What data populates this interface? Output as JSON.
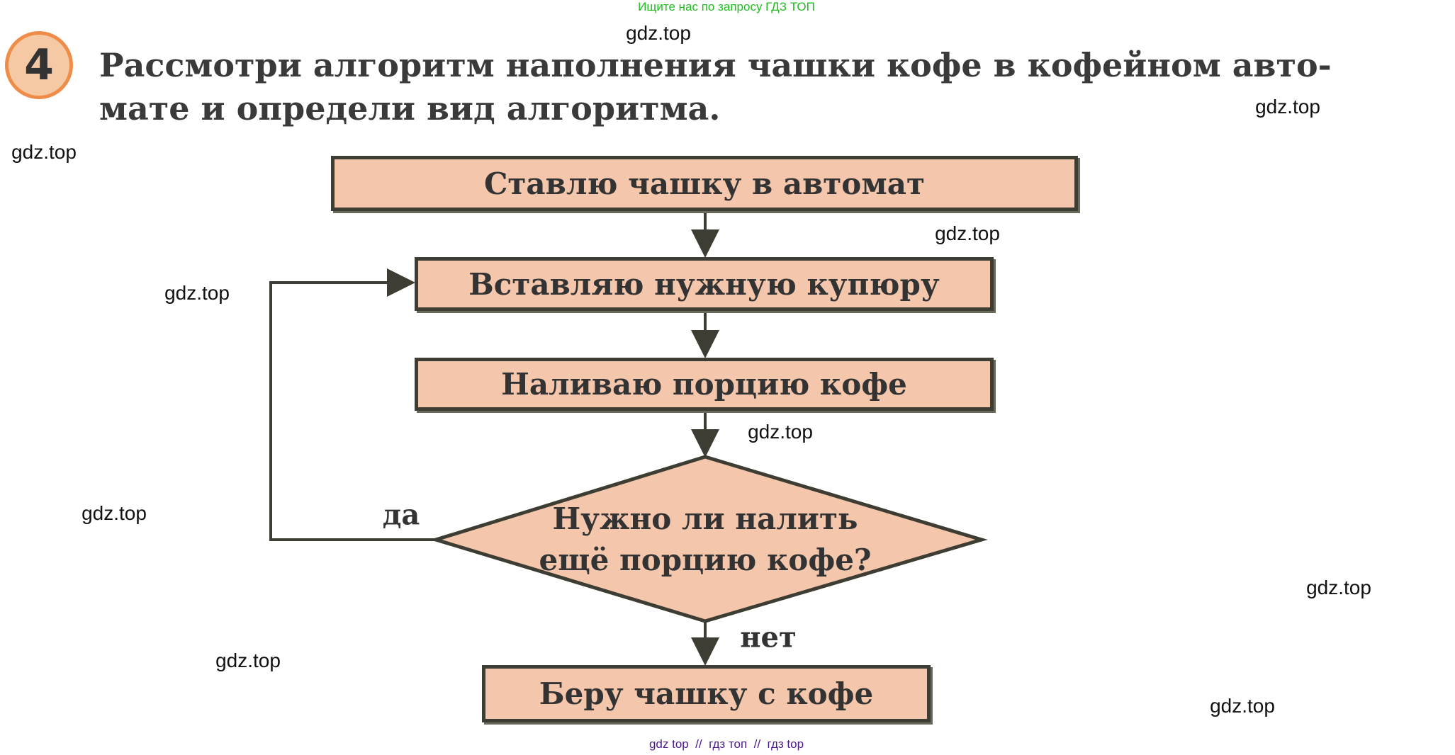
{
  "header_promo": "Ищите нас по запросу ГДЗ ТОП",
  "task_number": "4",
  "task_text_line1": "Рассмотри алгоритм наполнения чашки кофе в кофейном авто-",
  "task_text_line2": "мате и определи вид алгоритма.",
  "flowchart": {
    "step1": "Ставлю чашку в автомат",
    "step2": "Вставляю нужную купюру",
    "step3": "Наливаю порцию кофе",
    "decision_line1": "Нужно ли налить",
    "decision_line2": "ещё порцию кофе?",
    "yes_label": "да",
    "no_label": "нет",
    "step5": "Беру чашку с кофе"
  },
  "watermark": "gdz.top",
  "footer": "gdz top  //  гдз топ  //  гдз top",
  "colors": {
    "box_fill": "#f4c6ac",
    "border": "#3d3d33",
    "promo": "#22bb22",
    "footer": "#4b1a8a"
  }
}
